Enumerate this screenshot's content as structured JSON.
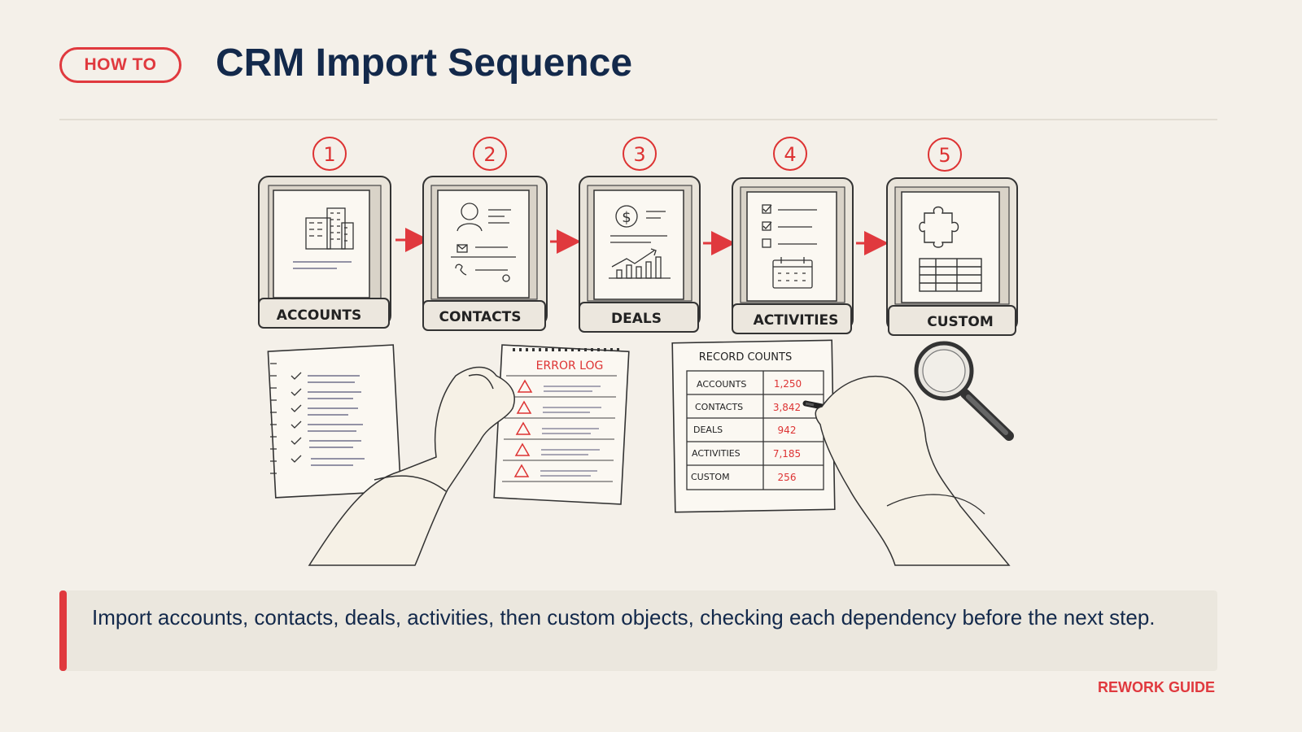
{
  "header": {
    "badge": "HOW TO",
    "title": "CRM Import Sequence"
  },
  "steps": [
    {
      "number": "1",
      "label": "ACCOUNTS",
      "icon": "building-icon"
    },
    {
      "number": "2",
      "label": "CONTACTS",
      "icon": "contact-card-icon"
    },
    {
      "number": "3",
      "label": "DEALS",
      "icon": "dollar-chart-icon"
    },
    {
      "number": "4",
      "label": "ACTIVITIES",
      "icon": "checklist-calendar-icon"
    },
    {
      "number": "5",
      "label": "CUSTOM",
      "icon": "puzzle-table-icon"
    }
  ],
  "error_log": {
    "title": "ERROR LOG"
  },
  "record_counts": {
    "title": "RECORD COUNTS",
    "rows": [
      {
        "name": "ACCOUNTS",
        "count": "1,250"
      },
      {
        "name": "CONTACTS",
        "count": "3,842"
      },
      {
        "name": "DEALS",
        "count": "942"
      },
      {
        "name": "ACTIVITIES",
        "count": "7,185"
      },
      {
        "name": "CUSTOM",
        "count": "256"
      }
    ]
  },
  "callout": {
    "text": "Import accounts, contacts, deals, activities, then custom objects, checking each dependency before the next step."
  },
  "footer": {
    "brand": "REWORK GUIDE"
  },
  "colors": {
    "accent": "#e0393e",
    "ink": "#13294b",
    "background": "#f4f0e9"
  }
}
